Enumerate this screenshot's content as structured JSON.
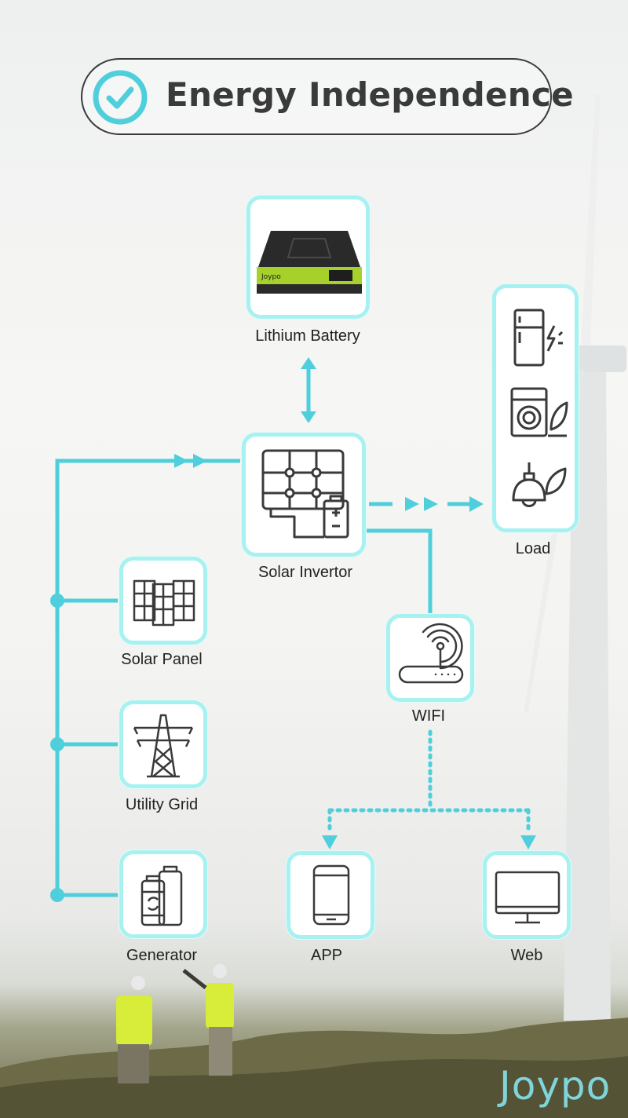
{
  "title": "Energy Independence",
  "nodes": {
    "battery": "Lithium Battery",
    "inverter": "Solar Invertor",
    "load": "Load",
    "solar_panel": "Solar Panel",
    "utility_grid": "Utility Grid",
    "generator": "Generator",
    "wifi": "WIFI",
    "app": "APP",
    "web": "Web"
  },
  "logo": "Joypo",
  "colors": {
    "accent": "#4fcfdb",
    "node_border": "#a7f2f1",
    "text": "#222222"
  }
}
